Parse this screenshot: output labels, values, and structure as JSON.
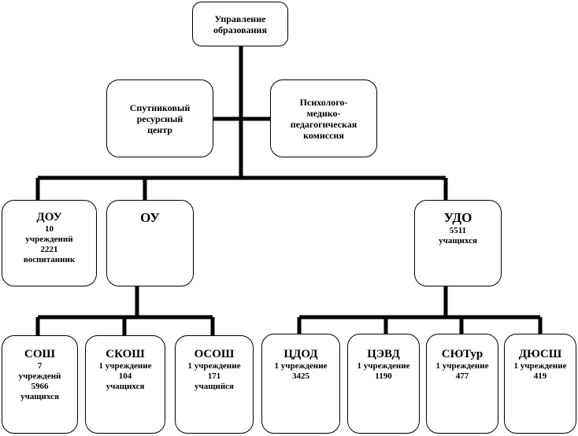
{
  "root": {
    "label": "Управление\nобразования"
  },
  "side_left": {
    "label": "Спутниковый\nресурсный\nцентр"
  },
  "side_right": {
    "label": "Психолого-\nмедико-\nпедагогическая\nкомиссия"
  },
  "dou": {
    "title": "ДОУ",
    "details": "10\nучреждений\n2221\nвоспитанник"
  },
  "ou": {
    "title": "ОУ"
  },
  "udo": {
    "title": "УДО",
    "details": "5511\nучащихся"
  },
  "sosh": {
    "title": "СОШ",
    "details": "7\nучрежденй\n5966\nучащихся"
  },
  "skosh": {
    "title": "СКОШ",
    "details": "1 учреждение\n104\nучащихся"
  },
  "ososh": {
    "title": "ОСОШ",
    "details": "1 учреждение\n171\nучащийся"
  },
  "cdod": {
    "title": "ЦДОД",
    "details": "1 учреждение\n3425"
  },
  "cevd": {
    "title": "ЦЭВД",
    "details": "1 учреждение\n1190"
  },
  "syutur": {
    "title": "СЮТур",
    "details": "1 учреждение\n477"
  },
  "dyussh": {
    "title": "ДЮСШ",
    "details": "1 учреждение\n419"
  }
}
